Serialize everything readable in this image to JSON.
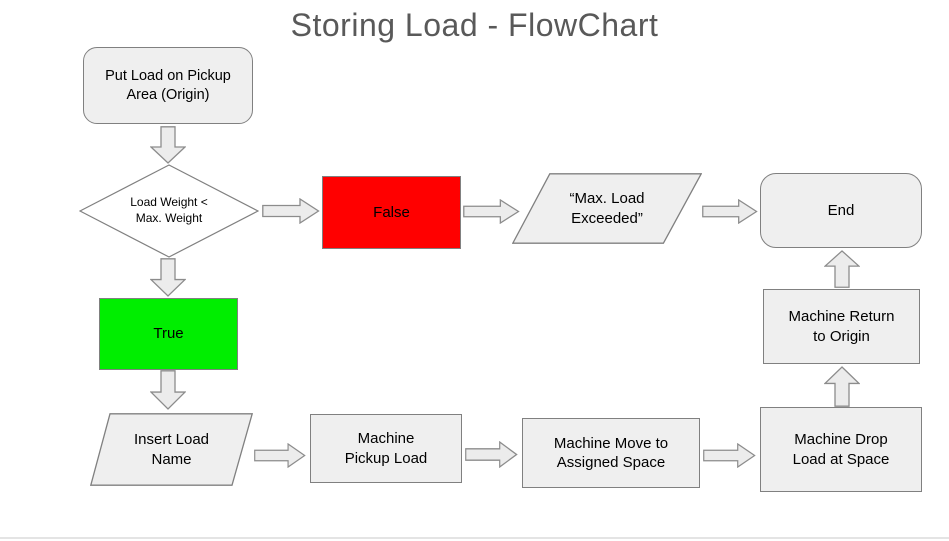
{
  "title": "Storing Load - FlowChart",
  "nodes": {
    "start": {
      "label": "Put Load on Pickup\nArea (Origin)",
      "shape": "rounded-rect"
    },
    "decision": {
      "label": "Load Weight <\nMax. Weight",
      "shape": "diamond"
    },
    "false_branch": {
      "label": "False",
      "shape": "rect"
    },
    "max_load_msg": {
      "label": "“Max. Load\nExceeded”",
      "shape": "parallelogram"
    },
    "end": {
      "label": "End",
      "shape": "rounded-rect"
    },
    "true_branch": {
      "label": "True",
      "shape": "rect"
    },
    "insert_load": {
      "label": "Insert Load\nName",
      "shape": "parallelogram"
    },
    "pickup": {
      "label": "Machine\nPickup Load",
      "shape": "rect"
    },
    "move": {
      "label": "Machine Move to\nAssigned Space",
      "shape": "rect"
    },
    "drop": {
      "label": "Machine Drop\nLoad at Space",
      "shape": "rect"
    },
    "return": {
      "label": "Machine Return\nto Origin",
      "shape": "rect"
    }
  },
  "colors": {
    "title_color": "#595959",
    "shape_fill": "#efefef",
    "shape_border": "#808080",
    "diamond_fill": "#ffffff",
    "arrow_fill": "#ececec",
    "arrow_border": "#8c8c8c",
    "false_fill": "#ff0000",
    "true_fill": "#00ee00"
  }
}
